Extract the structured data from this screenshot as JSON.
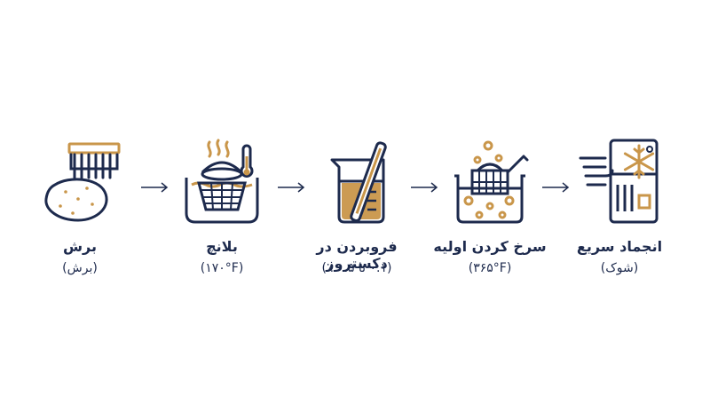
{
  "colors": {
    "navy": "#1d2a4d",
    "gold": "#c9964a"
  },
  "steps": [
    {
      "title": "برش",
      "subtitle": "(برش)",
      "icon": "potato-cutter-icon"
    },
    {
      "title": "بلانچ",
      "subtitle": "(۱۷۰°F)",
      "icon": "blanch-basket-icon"
    },
    {
      "title": "فروبردن در دکستروز",
      "subtitle": "(۰.۱ تا ۰.۵ ٪)",
      "icon": "dextrose-beaker-icon"
    },
    {
      "title": "سرخ کردن اولیه",
      "subtitle": "(۳۶۵°F)",
      "icon": "fryer-basket-icon"
    },
    {
      "title": "انجماد سریع",
      "subtitle": "(شوک)",
      "icon": "freezer-snowflake-icon"
    }
  ]
}
